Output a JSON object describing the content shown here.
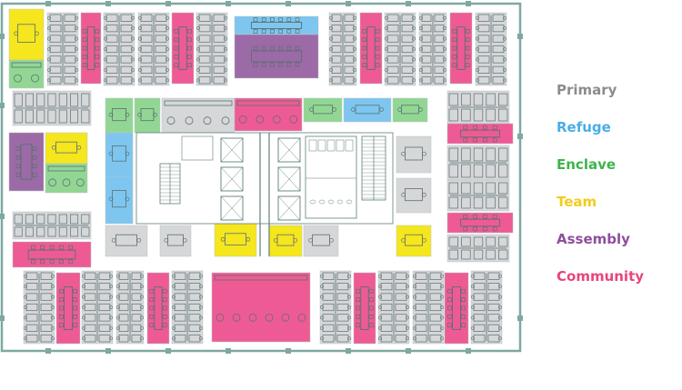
{
  "legend": {
    "items": [
      {
        "key": "primary",
        "label": "Primary",
        "color": "#8c8c8c"
      },
      {
        "key": "refuge",
        "label": "Refuge",
        "color": "#49aee6"
      },
      {
        "key": "enclave",
        "label": "Enclave",
        "color": "#3db54a"
      },
      {
        "key": "team",
        "label": "Team",
        "color": "#f5cb1c"
      },
      {
        "key": "assembly",
        "label": "Assembly",
        "color": "#8e4f9c"
      },
      {
        "key": "community",
        "label": "Community",
        "color": "#e8457e"
      }
    ]
  },
  "colors": {
    "primary_fill": "#d6d7d9",
    "refuge_fill": "#7ec6f0",
    "enclave_fill": "#92d694",
    "team_fill": "#f5e61e",
    "assembly_fill": "#9c6aa6",
    "community_fill": "#ee5b94",
    "wall": "#7fa8a1",
    "core_line": "#5f7f79",
    "furniture": "#5a7072"
  }
}
